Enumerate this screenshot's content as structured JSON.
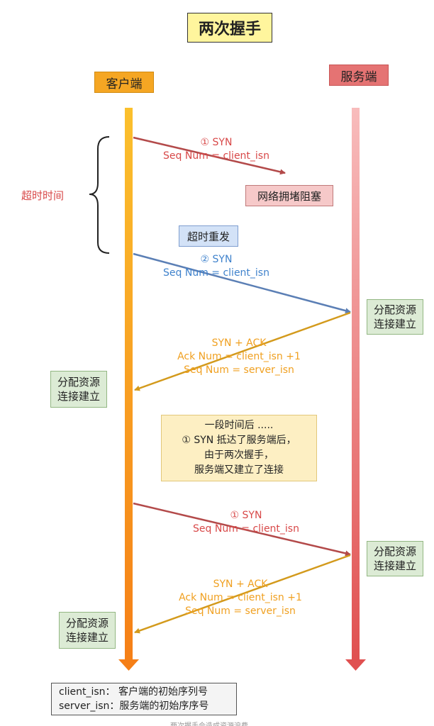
{
  "title": "两次握手",
  "client": "客户端",
  "server": "服务端",
  "timeout_label": "超时时间",
  "network_congestion": "网络拥堵阻塞",
  "timeout_retransmit": "超时重发",
  "alloc": {
    "line1": "分配资源",
    "line2": "连接建立"
  },
  "syn1": {
    "line1": "① SYN",
    "line2": "Seq Num = client_isn"
  },
  "syn2": {
    "line1": "② SYN",
    "line2": "Seq Num = client_isn"
  },
  "synack1": {
    "line1": "SYN + ACK",
    "line2": "Ack Num =  client_isn +1",
    "line3": "Seq Num = server_isn"
  },
  "note": {
    "line1": "一段时间后 .....",
    "line2": "① SYN 抵达了服务端后，",
    "line3": "由于两次握手，",
    "line4": "服务端又建立了连接"
  },
  "syn3": {
    "line1": "① SYN",
    "line2": "Seq Num = client_isn"
  },
  "synack2": {
    "line1": "SYN + ACK",
    "line2": "Ack Num =  client_isn +1",
    "line3": "Seq Num = server_isn"
  },
  "legend": {
    "line1": "client_isn： 客户端的初始序列号",
    "line2": "server_isn：服务端的初始序序号"
  },
  "caption": "两次握手会造成资源浪费",
  "colors": {
    "client": "#f5a623",
    "server": "#e57373",
    "syn_red": "#b34a4a",
    "syn_blue": "#5b7fb5",
    "ack_orange": "#d39a1c"
  }
}
